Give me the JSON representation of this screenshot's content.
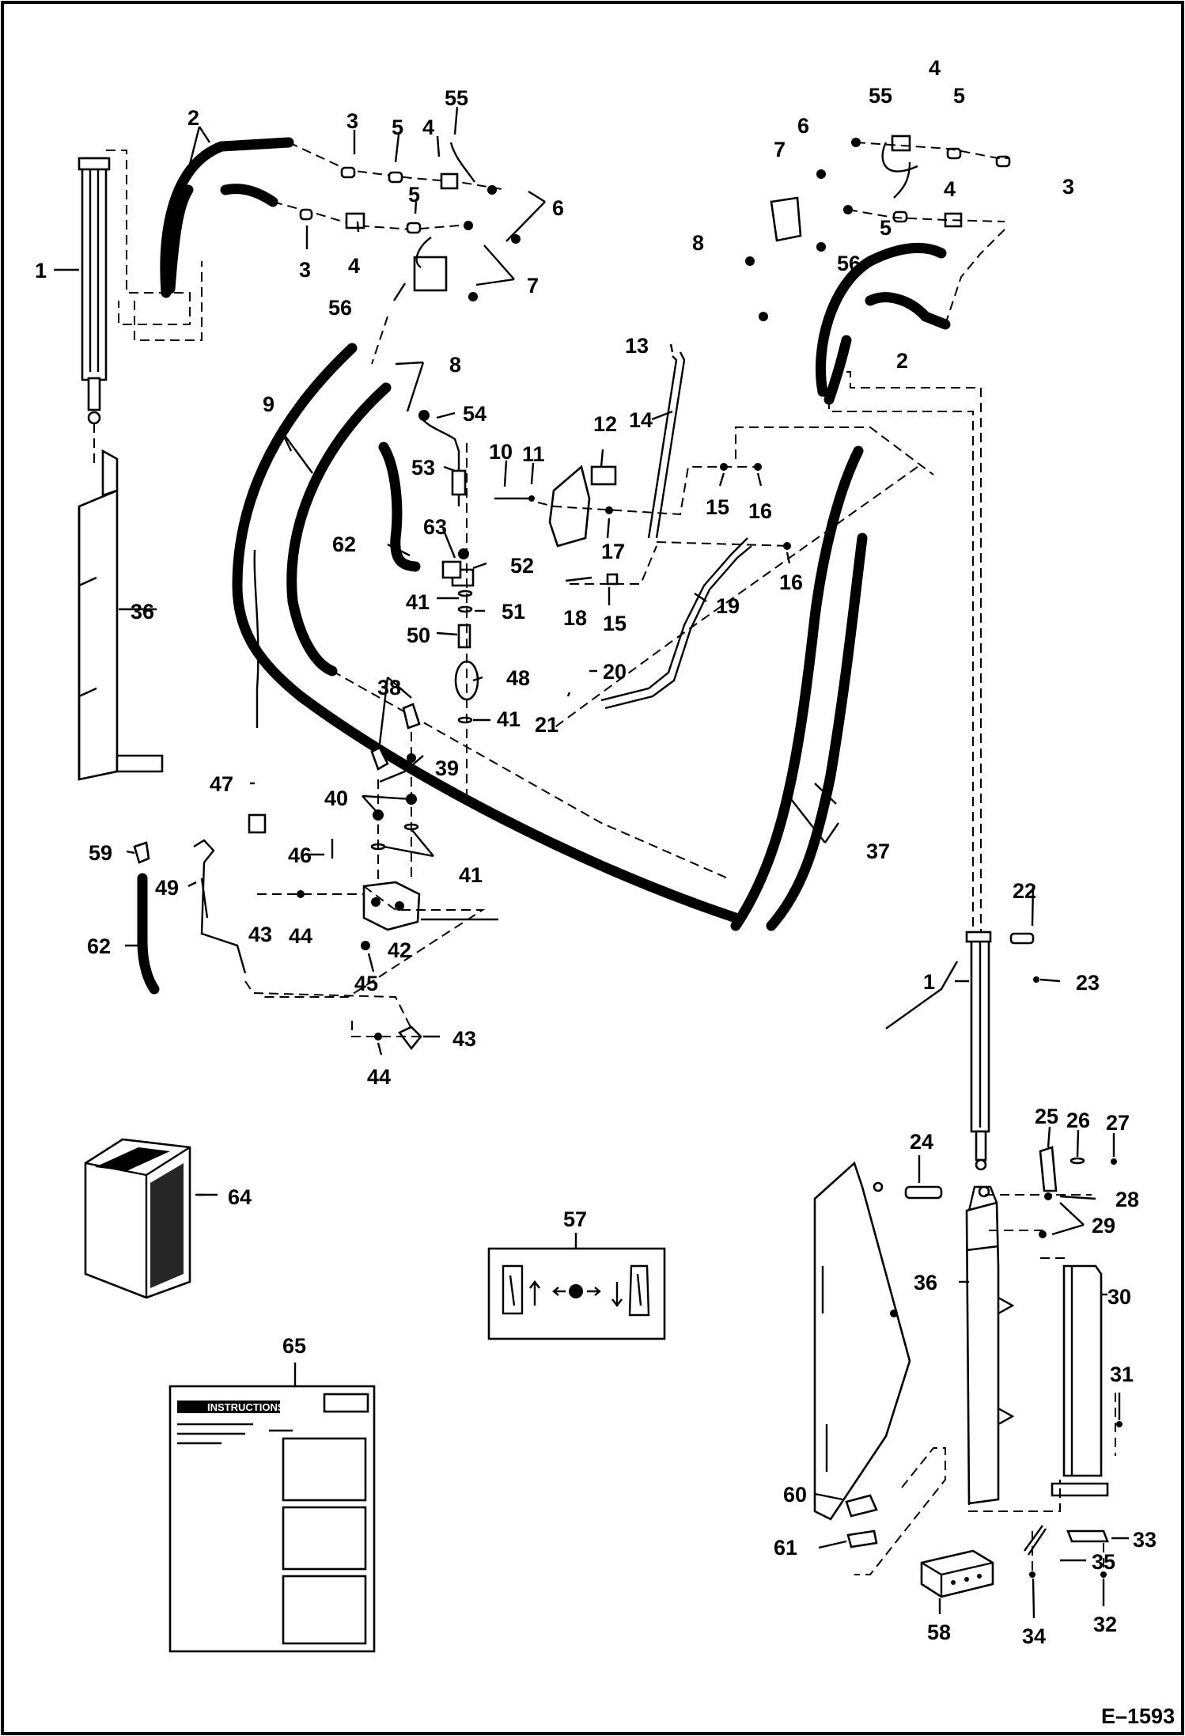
{
  "drawing_id": "E–1593",
  "decals": {
    "instructions_title": "INSTRUCTIONS"
  },
  "callouts": [
    {
      "num": "1",
      "label": "1"
    },
    {
      "num": "2",
      "label": "2"
    },
    {
      "num": "3",
      "label": "3"
    },
    {
      "num": "4",
      "label": "4"
    },
    {
      "num": "5",
      "label": "5"
    },
    {
      "num": "6",
      "label": "6"
    },
    {
      "num": "7",
      "label": "7"
    },
    {
      "num": "8",
      "label": "8"
    },
    {
      "num": "9",
      "label": "9"
    },
    {
      "num": "10",
      "label": "10"
    },
    {
      "num": "11",
      "label": "11"
    },
    {
      "num": "12",
      "label": "12"
    },
    {
      "num": "13",
      "label": "13"
    },
    {
      "num": "14",
      "label": "14"
    },
    {
      "num": "15",
      "label": "15"
    },
    {
      "num": "16",
      "label": "16"
    },
    {
      "num": "17",
      "label": "17"
    },
    {
      "num": "18",
      "label": "18"
    },
    {
      "num": "19",
      "label": "19"
    },
    {
      "num": "20",
      "label": "20"
    },
    {
      "num": "21",
      "label": "21"
    },
    {
      "num": "22",
      "label": "22"
    },
    {
      "num": "23",
      "label": "23"
    },
    {
      "num": "24",
      "label": "24"
    },
    {
      "num": "25",
      "label": "25"
    },
    {
      "num": "26",
      "label": "26"
    },
    {
      "num": "27",
      "label": "27"
    },
    {
      "num": "28",
      "label": "28"
    },
    {
      "num": "29",
      "label": "29"
    },
    {
      "num": "30",
      "label": "30"
    },
    {
      "num": "31",
      "label": "31"
    },
    {
      "num": "32",
      "label": "32"
    },
    {
      "num": "33",
      "label": "33"
    },
    {
      "num": "34",
      "label": "34"
    },
    {
      "num": "35",
      "label": "35"
    },
    {
      "num": "36",
      "label": "36"
    },
    {
      "num": "37",
      "label": "37"
    },
    {
      "num": "38",
      "label": "38"
    },
    {
      "num": "39",
      "label": "39"
    },
    {
      "num": "40",
      "label": "40"
    },
    {
      "num": "41",
      "label": "41"
    },
    {
      "num": "42",
      "label": "42"
    },
    {
      "num": "43",
      "label": "43"
    },
    {
      "num": "44",
      "label": "44"
    },
    {
      "num": "45",
      "label": "45"
    },
    {
      "num": "46",
      "label": "46"
    },
    {
      "num": "47",
      "label": "47"
    },
    {
      "num": "48",
      "label": "48"
    },
    {
      "num": "49",
      "label": "49"
    },
    {
      "num": "50",
      "label": "50"
    },
    {
      "num": "51",
      "label": "51"
    },
    {
      "num": "52",
      "label": "52"
    },
    {
      "num": "53",
      "label": "53"
    },
    {
      "num": "54",
      "label": "54"
    },
    {
      "num": "55",
      "label": "55"
    },
    {
      "num": "56",
      "label": "56"
    },
    {
      "num": "57",
      "label": "57"
    },
    {
      "num": "58",
      "label": "58"
    },
    {
      "num": "59",
      "label": "59"
    },
    {
      "num": "60",
      "label": "60"
    },
    {
      "num": "61",
      "label": "61"
    },
    {
      "num": "62",
      "label": "62"
    },
    {
      "num": "63",
      "label": "63"
    },
    {
      "num": "64",
      "label": "64"
    },
    {
      "num": "65",
      "label": "65"
    }
  ]
}
